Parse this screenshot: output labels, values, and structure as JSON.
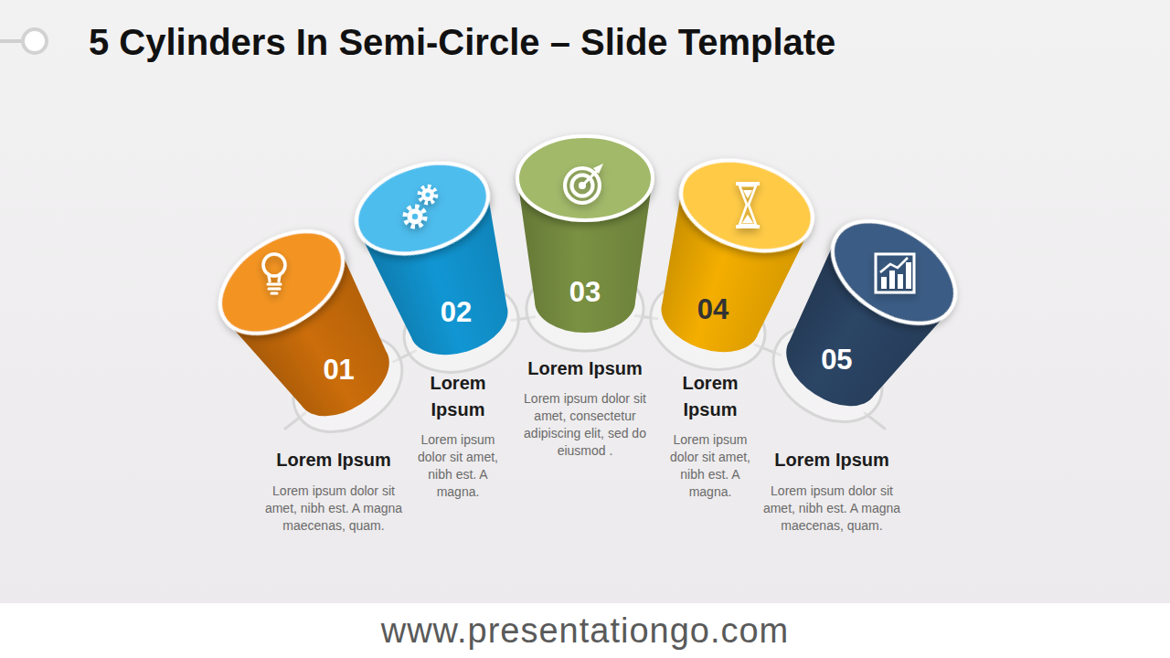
{
  "diagram": {
    "title": "5 Cylinders In Semi-Circle – Slide Template",
    "nodes": [
      {
        "text": [
          "01",
          "Lorem Ipsum",
          "Lorem ipsum dolor sit amet, nibh est. A magna maecenas, quam."
        ]
      },
      {
        "text": [
          "02",
          "Lorem Ipsum",
          "Lorem ipsum dolor sit amet, nibh est. A magna."
        ]
      },
      {
        "text": [
          "03",
          "Lorem Ipsum",
          "Lorem ipsum dolor sit amet, consectetur adipiscing elit, sed do eiusmod ."
        ]
      },
      {
        "text": [
          "04",
          "Lorem Ipsum",
          "Lorem ipsum dolor sit amet, nibh est. A magna."
        ]
      },
      {
        "text": [
          "05",
          "Lorem Ipsum",
          "Lorem ipsum dolor sit amet, nibh est. A magna maecenas, quam."
        ]
      }
    ],
    "edges": [
      {
        "from": 0,
        "to": 1,
        "arrow": "none"
      },
      {
        "from": 1,
        "to": 2,
        "arrow": "none"
      },
      {
        "from": 2,
        "to": 3,
        "arrow": "none"
      },
      {
        "from": 3,
        "to": 4,
        "arrow": "none"
      }
    ],
    "labels": [
      "www.presentationgo.com"
    ]
  }
}
